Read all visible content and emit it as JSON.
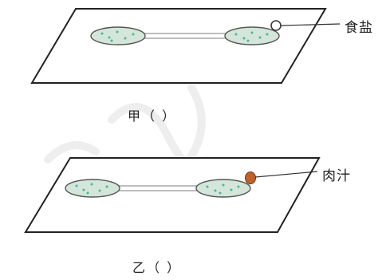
{
  "diagram": {
    "panel_a": {
      "caption": "甲（ ）",
      "reagent_label": "食盐"
    },
    "panel_b": {
      "caption": "乙（ ）",
      "reagent_label": "肉汁"
    }
  }
}
